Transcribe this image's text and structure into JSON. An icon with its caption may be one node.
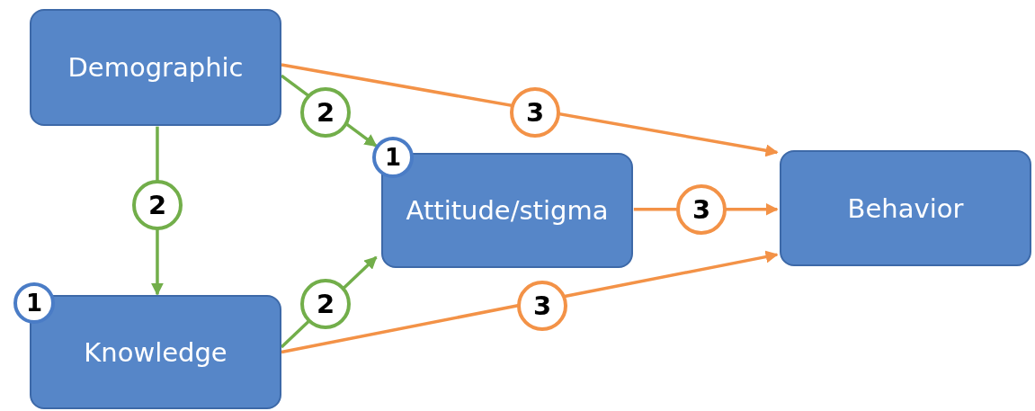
{
  "diagram": {
    "nodes": [
      {
        "text": [
          "Demographic"
        ]
      },
      {
        "text": [
          "1",
          "Knowledge"
        ]
      },
      {
        "text": [
          "1",
          "Attitude/stigma"
        ]
      },
      {
        "text": [
          "Behavior"
        ]
      }
    ],
    "edges": [
      {
        "from": 0,
        "to": 1,
        "arrow": "to",
        "label": "2",
        "color": "#72ae4a"
      },
      {
        "from": 0,
        "to": 2,
        "arrow": "to",
        "label": "2",
        "color": "#72ae4a"
      },
      {
        "from": 1,
        "to": 2,
        "arrow": "to",
        "label": "2",
        "color": "#72ae4a"
      },
      {
        "from": 0,
        "to": 3,
        "arrow": "to",
        "label": "3",
        "color": "#f39247"
      },
      {
        "from": 2,
        "to": 3,
        "arrow": "to",
        "label": "3",
        "color": "#f39247"
      },
      {
        "from": 1,
        "to": 3,
        "arrow": "to",
        "label": "3",
        "color": "#f39247"
      }
    ]
  }
}
